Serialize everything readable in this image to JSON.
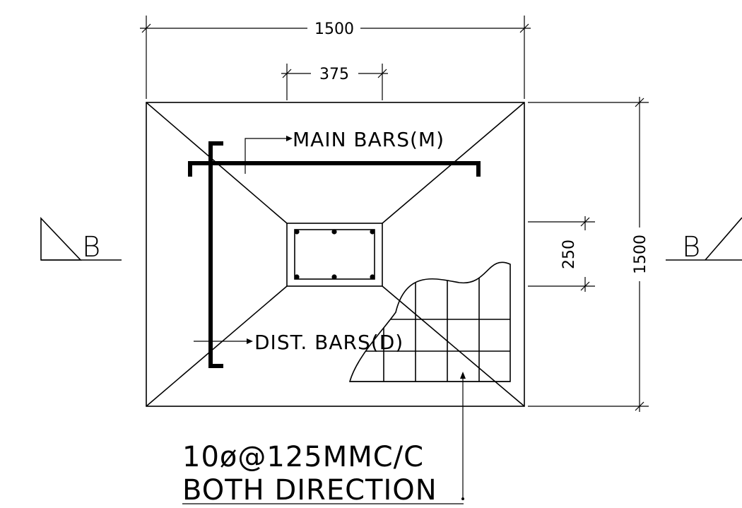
{
  "dimensions": {
    "top_width": "1500",
    "column_width": "375",
    "column_depth": "250",
    "side_height": "1500"
  },
  "labels": {
    "main_bars": "MAIN BARS(M)",
    "dist_bars": "DIST. BARS(D)"
  },
  "section_marks": {
    "left": "B",
    "right": "B"
  },
  "note": {
    "line1": "10ø@125MMC/C",
    "line2": "BOTH DIRECTION"
  }
}
